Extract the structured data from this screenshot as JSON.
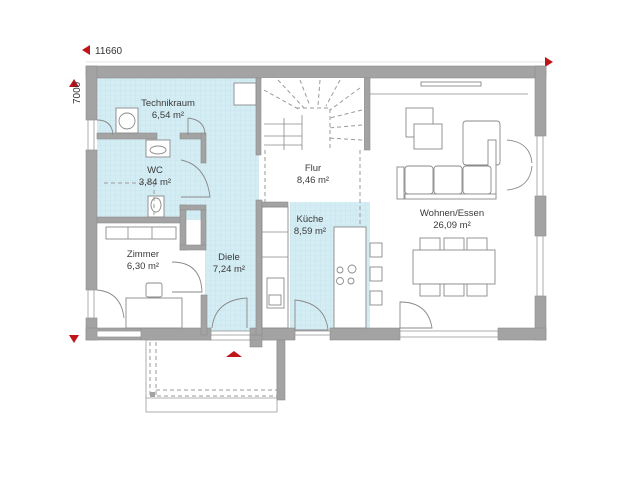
{
  "dimensions": {
    "width_label": "11660",
    "depth_label": "7000"
  },
  "colors": {
    "wall": "#a3a3a3",
    "tile_floor": "#d4ecf3",
    "tile_grid": "#bfe0ea",
    "marker": "#c0141b",
    "outline": "#8a8a8a"
  },
  "rooms": [
    {
      "name": "Technikraum",
      "area": "6,54 m²"
    },
    {
      "name": "WC",
      "area": "3,84 m²"
    },
    {
      "name": "Zimmer",
      "area": "6,30 m²"
    },
    {
      "name": "Diele",
      "area": "7,24 m²"
    },
    {
      "name": "Flur",
      "area": "8,46 m²"
    },
    {
      "name": "Küche",
      "area": "8,59 m²"
    },
    {
      "name": "Wohnen/Essen",
      "area": "26,09 m²"
    }
  ]
}
